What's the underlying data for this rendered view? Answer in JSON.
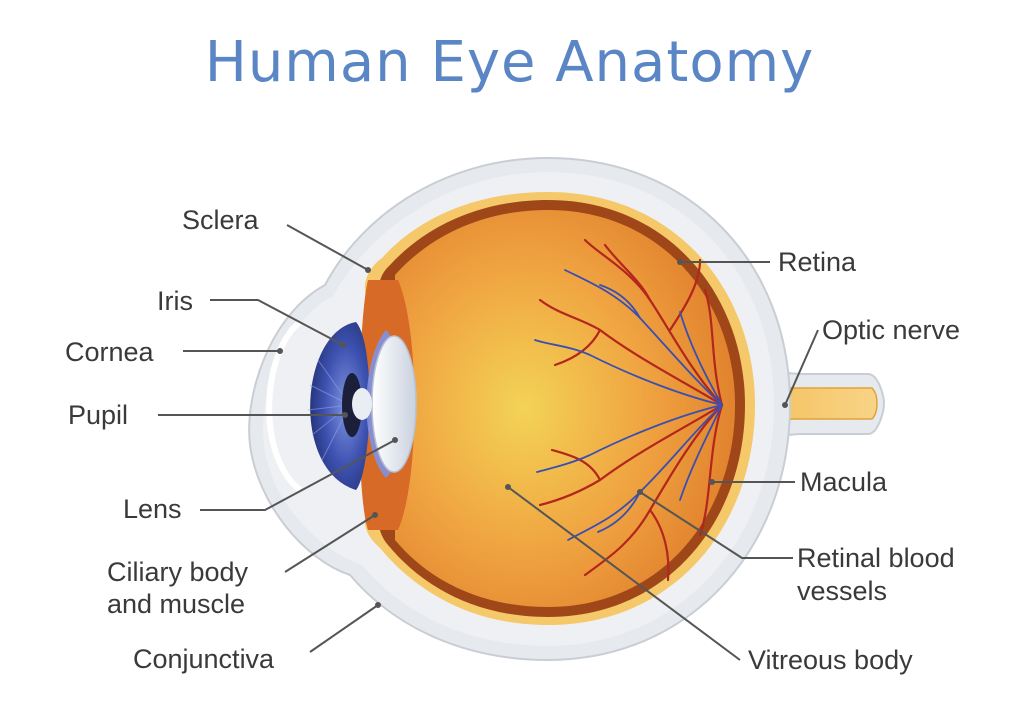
{
  "title": "Human Eye Anatomy",
  "labels": {
    "sclera": "Sclera",
    "iris": "Iris",
    "cornea": "Cornea",
    "pupil": "Pupil",
    "lens": "Lens",
    "ciliary_line1": "Ciliary body",
    "ciliary_line2": "and muscle",
    "conjunctiva": "Conjunctiva",
    "retina": "Retina",
    "optic_nerve": "Optic nerve",
    "macula": "Macula",
    "vessels_line1": "Retinal blood",
    "vessels_line2": "vessels",
    "vitreous": "Vitreous body"
  },
  "colors": {
    "title": "#5b86c5",
    "label_text": "#3a3a3a",
    "leader_line": "#555555",
    "sclera_outer": "#dfe3e7",
    "sclera_edge": "#c9ced4",
    "eyeball_orange": "#f0a441",
    "eyeball_center": "#f6d25a",
    "retina_rim": "#a0471a",
    "choroid_yellow": "#f5c96a",
    "iris_blue": "#3b4fa8",
    "lens_white": "#e9edf4",
    "vein_red": "#b3261e",
    "vein_blue": "#3a4fb0",
    "optic_nerve": "#f5c96a"
  }
}
